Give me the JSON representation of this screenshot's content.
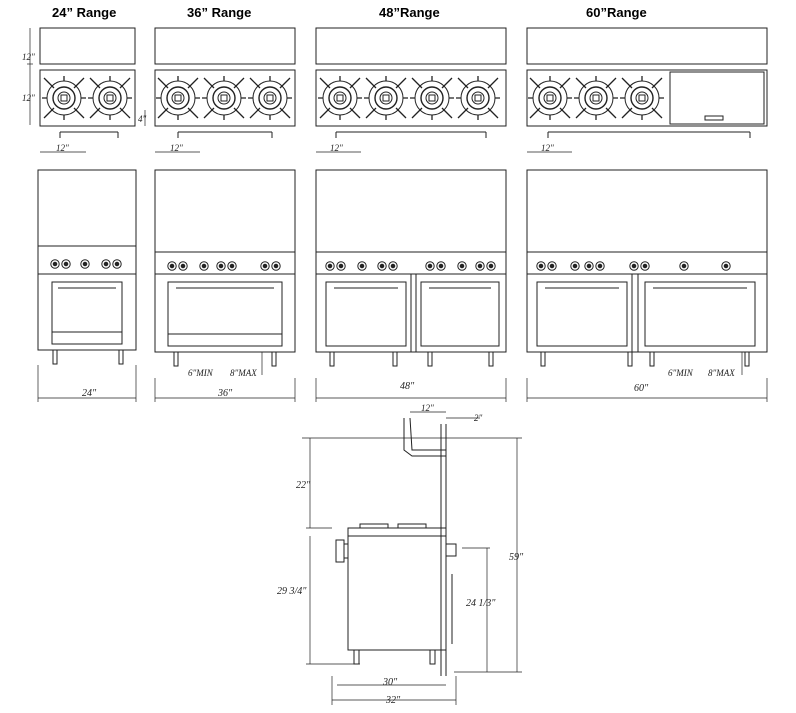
{
  "titles": {
    "r24": "24” Range",
    "r36": "36” Range",
    "r48": "48”Range",
    "r60": "60”Range"
  },
  "top_view_dims": {
    "back_depth": "12\"",
    "burner_depth": "12\"",
    "side_offset": "4\"",
    "r24_width": "12\"",
    "r36_width": "12\"",
    "r48_width": "12\"",
    "r60_width": "12\""
  },
  "front_view_dims": {
    "w24": "24\"",
    "w36": "36\"",
    "w48": "48\"",
    "w60": "60\"",
    "leg_min_36": "6\"MIN",
    "leg_max_36": "8\"MAX",
    "leg_min_60": "6\"MIN",
    "leg_max_60": "8\"MAX"
  },
  "side_view_dims": {
    "shelf_depth": "12\"",
    "shelf_gap": "2\"",
    "riser_height": "22\"",
    "total_height": "59\"",
    "body_height": "29 3/4\"",
    "oven_height": "24 1/3\"",
    "inner_depth": "30\"",
    "total_depth": "32\""
  }
}
